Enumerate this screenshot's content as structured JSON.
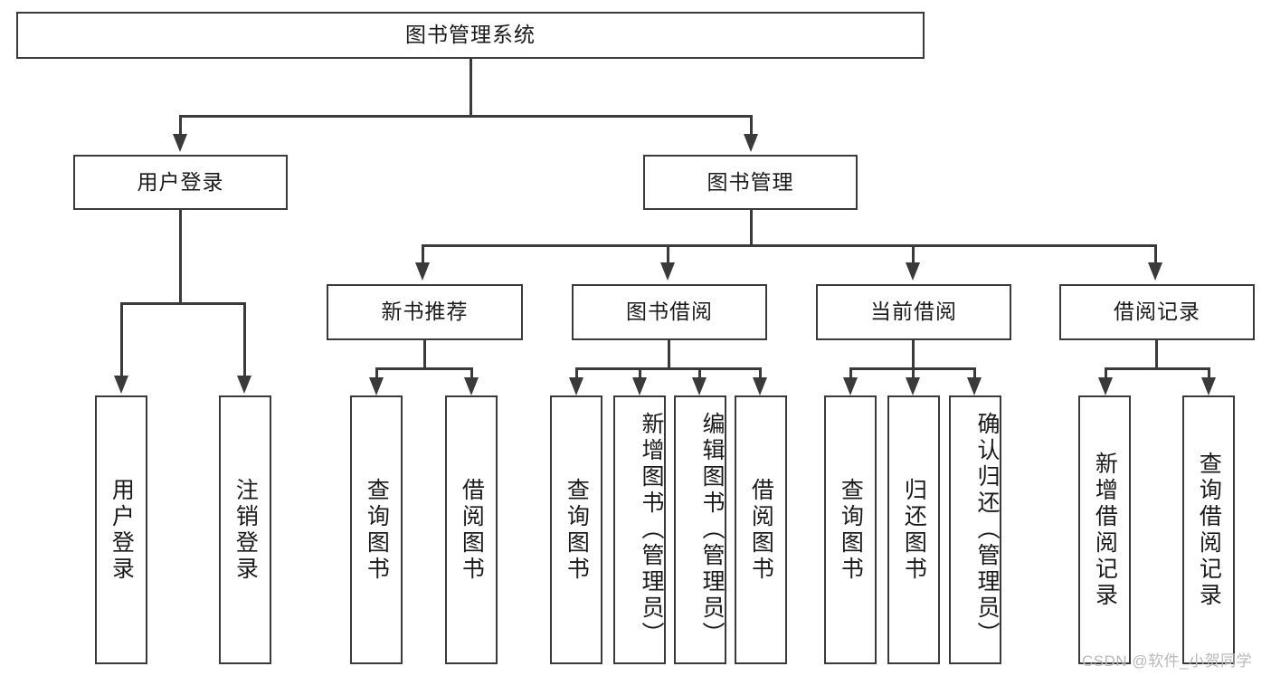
{
  "diagram": {
    "title": "图书管理系统",
    "type": "tree-hierarchy-diagram",
    "root": {
      "label": "图书管理系统"
    },
    "level2": [
      {
        "label": "用户登录"
      },
      {
        "label": "图书管理"
      }
    ],
    "level3": [
      {
        "label": "新书推荐"
      },
      {
        "label": "图书借阅"
      },
      {
        "label": "当前借阅"
      },
      {
        "label": "借阅记录"
      }
    ],
    "leaves": {
      "user_login": [
        {
          "label": "用户登录"
        },
        {
          "label": "注销登录"
        }
      ],
      "new_book_recommend": [
        {
          "label": "查询图书"
        },
        {
          "label": "借阅图书"
        }
      ],
      "book_borrow": [
        {
          "label": "查询图书"
        },
        {
          "label": "新增图书（管理员）"
        },
        {
          "label": "编辑图书（管理员）"
        },
        {
          "label": "借阅图书"
        }
      ],
      "current_borrow": [
        {
          "label": "查询图书"
        },
        {
          "label": "归还图书"
        },
        {
          "label": "确认归还（管理员）"
        }
      ],
      "borrow_record": [
        {
          "label": "新增借阅记录"
        },
        {
          "label": "查询借阅记录"
        }
      ]
    },
    "watermark": "CSDN @软件_小贺同学",
    "colors": {
      "stroke": "#3a3a3a",
      "fill": "#ffffff",
      "text": "#1a1a1a",
      "watermark": "#b9b9b9"
    }
  }
}
